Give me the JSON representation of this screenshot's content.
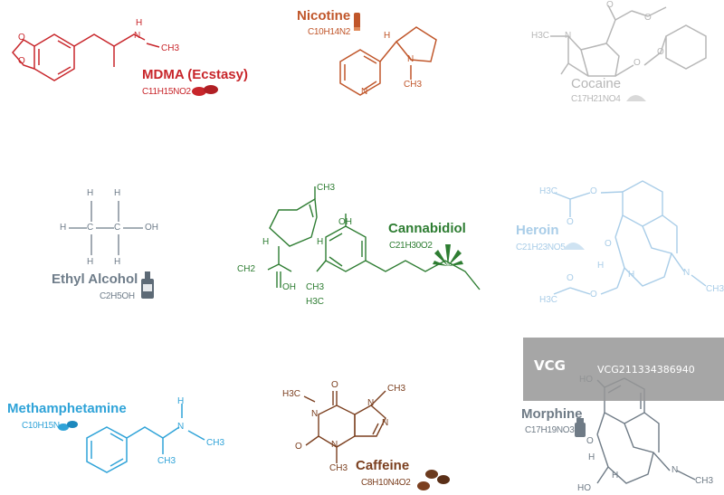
{
  "watermark": {
    "logo": "VCG",
    "text": "VCG211334386940"
  },
  "colors": {
    "mdma": "#c8262b",
    "nicotine": "#c0562a",
    "cocaine": "#b7b7b7",
    "ethyl_alcohol": "#6f7d8a",
    "cannabidiol": "#2e7d32",
    "heroin": "#a9cde8",
    "methamphetamine": "#2fa3d8",
    "caffeine": "#7b3f1f",
    "morphine": "#6f7b86"
  },
  "molecules": [
    {
      "id": "mdma",
      "name": "MDMA (Ecstasy)",
      "formula": "C11H15NO2",
      "atoms": [
        "O",
        "O",
        "H",
        "N",
        "CH3"
      ],
      "icon": "pills-icon"
    },
    {
      "id": "nicotine",
      "name": "Nicotine",
      "formula": "C10H14N2",
      "atoms": [
        "N",
        "N",
        "H",
        "CH3"
      ],
      "icon": "cigarette-icon"
    },
    {
      "id": "cocaine",
      "name": "Cocaine",
      "formula": "C17H21NO4",
      "atoms": [
        "H3C",
        "N",
        "O",
        "O",
        "O",
        "O"
      ],
      "icon": "powder-icon"
    },
    {
      "id": "ethyl_alcohol",
      "name": "Ethyl Alcohol",
      "formula": "C2H5OH",
      "atoms": [
        "H",
        "H",
        "H",
        "C",
        "C",
        "OH",
        "H",
        "H"
      ],
      "icon": "bottle-icon"
    },
    {
      "id": "cannabidiol",
      "name": "Cannabidiol",
      "formula": "C21H30O2",
      "atoms": [
        "CH3",
        "OH",
        "H",
        "H",
        "H3C",
        "CH2",
        "OH",
        "CH3"
      ],
      "icon": "cannabis-leaf-icon"
    },
    {
      "id": "heroin",
      "name": "Heroin",
      "formula": "C21H23NO5",
      "atoms": [
        "H3C",
        "O",
        "O",
        "O",
        "H",
        "N",
        "CH3",
        "H3C",
        "O",
        "O",
        "H"
      ],
      "icon": "powder-icon"
    },
    {
      "id": "methamphetamine",
      "name": "Methamphetamine",
      "formula": "C10H15N",
      "atoms": [
        "H",
        "N",
        "CH3",
        "CH3"
      ],
      "icon": "crystal-icon"
    },
    {
      "id": "caffeine",
      "name": "Caffeine",
      "formula": "C8H10N4O2",
      "atoms": [
        "H3C",
        "O",
        "N",
        "N",
        "CH3",
        "N",
        "N",
        "O",
        "CH3"
      ],
      "icon": "coffee-beans-icon"
    },
    {
      "id": "morphine",
      "name": "Morphine",
      "formula": "C17H19NO3",
      "atoms": [
        "HO",
        "O",
        "H",
        "N",
        "CH3",
        "HO",
        "H"
      ],
      "icon": "pill-bottle-icon"
    }
  ]
}
